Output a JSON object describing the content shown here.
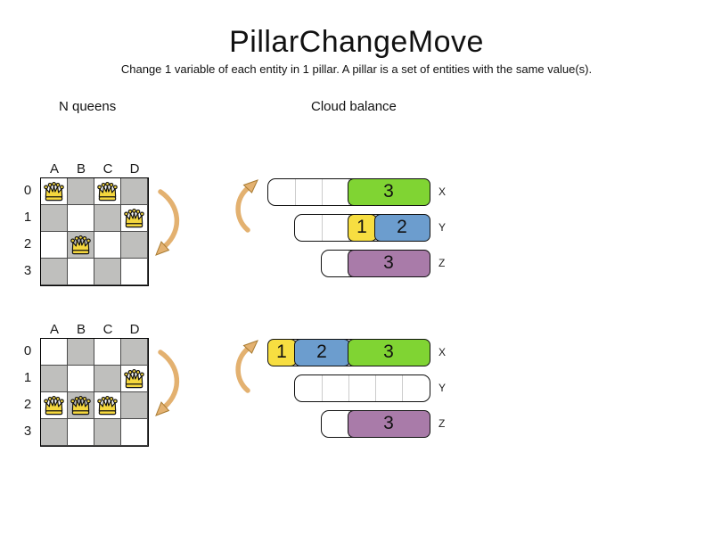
{
  "title": "PillarChangeMove",
  "subtitle": "Change 1 variable of each entity in 1 pillar. A pillar is a set of entities with the same value(s).",
  "examples": [
    {
      "label": "N queens"
    },
    {
      "label": "Cloud balance"
    }
  ],
  "boards": [
    {
      "name": "before",
      "columns": [
        "A",
        "B",
        "C",
        "D"
      ],
      "rows": [
        "0",
        "1",
        "2",
        "3"
      ],
      "queens": [
        "A0",
        "C0",
        "D1",
        "B2"
      ]
    },
    {
      "name": "after",
      "columns": [
        "A",
        "B",
        "C",
        "D"
      ],
      "rows": [
        "0",
        "1",
        "2",
        "3"
      ],
      "queens": [
        "D1",
        "A2",
        "B2",
        "C2"
      ]
    }
  ],
  "cloud_states": [
    {
      "name": "before",
      "computers": [
        {
          "label": "X",
          "capacity": 6,
          "processes": [
            {
              "name": "3",
              "size": 3,
              "color": "#80D433"
            }
          ]
        },
        {
          "label": "Y",
          "capacity": 5,
          "processes": [
            {
              "name": "1",
              "size": 1,
              "color": "#F7DE41"
            },
            {
              "name": "2",
              "size": 2,
              "color": "#6C9DCE"
            }
          ]
        },
        {
          "label": "Z",
          "capacity": 4,
          "processes": [
            {
              "name": "3",
              "size": 3,
              "color": "#A97BA9"
            }
          ]
        }
      ]
    },
    {
      "name": "after",
      "computers": [
        {
          "label": "X",
          "capacity": 6,
          "processes": [
            {
              "name": "1",
              "size": 1,
              "color": "#F7DE41"
            },
            {
              "name": "2",
              "size": 2,
              "color": "#6C9DCE"
            },
            {
              "name": "3",
              "size": 3,
              "color": "#80D433"
            }
          ]
        },
        {
          "label": "Y",
          "capacity": 5,
          "processes": []
        },
        {
          "label": "Z",
          "capacity": 4,
          "processes": [
            {
              "name": "3",
              "size": 3,
              "color": "#A97BA9"
            }
          ]
        }
      ]
    }
  ],
  "colors": {
    "process_green": "#80D433",
    "process_yellow": "#F7DE41",
    "process_blue": "#6C9DCE",
    "process_purple": "#A97BA9",
    "board_dark_square": "#BFBFBD",
    "board_light_square": "#FFFFFF",
    "queen_gold": "#F5D73E",
    "arrow": "#E3B170",
    "arrow_outline": "#A97C33"
  }
}
